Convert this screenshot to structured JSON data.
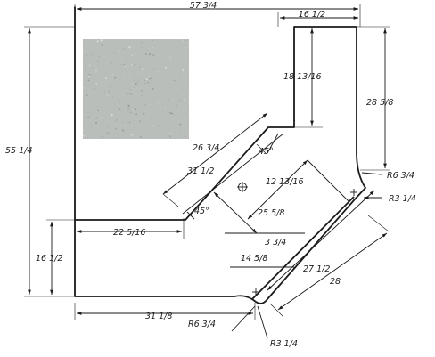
{
  "drawing": {
    "swatch": {
      "base": "#b9beba",
      "fleck": "#8f948f"
    },
    "dims": {
      "overall_top_width": "57 3/4",
      "right_leg_width": "16 1/2",
      "right_leg_inner_depth": "18 13/16",
      "right_leg_outer_depth": "28 5/8",
      "overall_left_height": "55 1/4",
      "left_leg_height": "16 1/2",
      "diagonal_top": "26 3/4",
      "diagonal_offset": "31 1/2",
      "angle_top": "45°",
      "angle_left": "45°",
      "left_leg_inner_width": "22 5/16",
      "diagonal_depth": "12 13/16",
      "diagonal_front_inner": "25 5/8",
      "bay_short": "3 3/4",
      "bay_depth": "14 5/8",
      "diagonal_front_mid": "27 1/2",
      "diagonal_front_outer": "28",
      "left_leg_outer_width": "31 1/8",
      "radius_left_outer": "R6 3/4",
      "radius_left_inner": "R3 1/4",
      "radius_right_outer": "R6 3/4",
      "radius_right_inner": "R3 1/4"
    }
  }
}
